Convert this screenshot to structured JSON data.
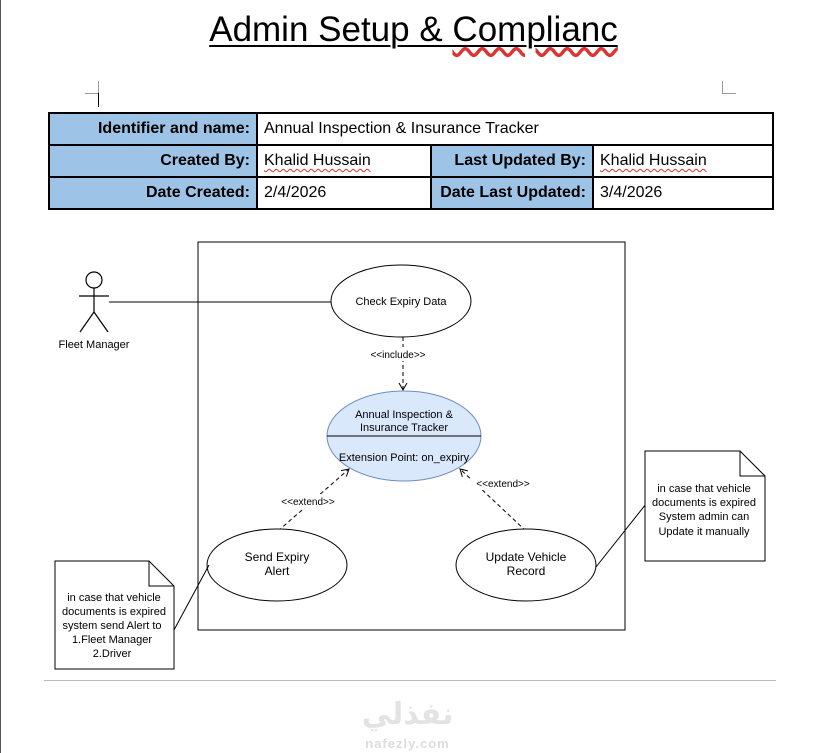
{
  "document": {
    "title_main": "Admin Setup & ",
    "title_underlined_word": "Complianc"
  },
  "info_table": {
    "identifier_label": "Identifier and name:",
    "identifier_value": "Annual Inspection & Insurance Tracker",
    "created_by_label": "Created By:",
    "created_by_value": "Khalid Hussain",
    "last_updated_by_label": "Last Updated By:",
    "last_updated_by_value": "Khalid Hussain",
    "date_created_label": "Date Created:",
    "date_created_value": "2/4/2026",
    "date_last_updated_label": "Date Last Updated:",
    "date_last_updated_value": "3/4/2026"
  },
  "diagram": {
    "actor": "Fleet Manager",
    "use_case_check": "Check Expiry Data",
    "include_label": "<<include>>",
    "main_use_case_line1": "Annual Inspection &",
    "main_use_case_line2": "Insurance Tracker",
    "extension_point": "Extension Point: on_expiry",
    "extend_label_left": "<<extend>>",
    "extend_label_right": "<<extend>>",
    "use_case_alert_line1": "Send Expiry",
    "use_case_alert_line2": "Alert",
    "use_case_update_line1": "Update Vehicle",
    "use_case_update_line2": "Record",
    "note_left": [
      "in case that vehicle",
      "documents is expired",
      "system send Alert to",
      "1.Fleet Manager",
      "2.Driver"
    ],
    "note_right": [
      "in case that vehicle",
      "documents is expired",
      "System admin can",
      "Update it manually"
    ],
    "colors": {
      "main_use_case_fill": "#dae8fc",
      "main_use_case_stroke": "#6c8ebf",
      "header_fill": "#9dc3e6"
    }
  },
  "watermark": {
    "arabic": "نفذلي",
    "latin": "nafezly.com"
  }
}
